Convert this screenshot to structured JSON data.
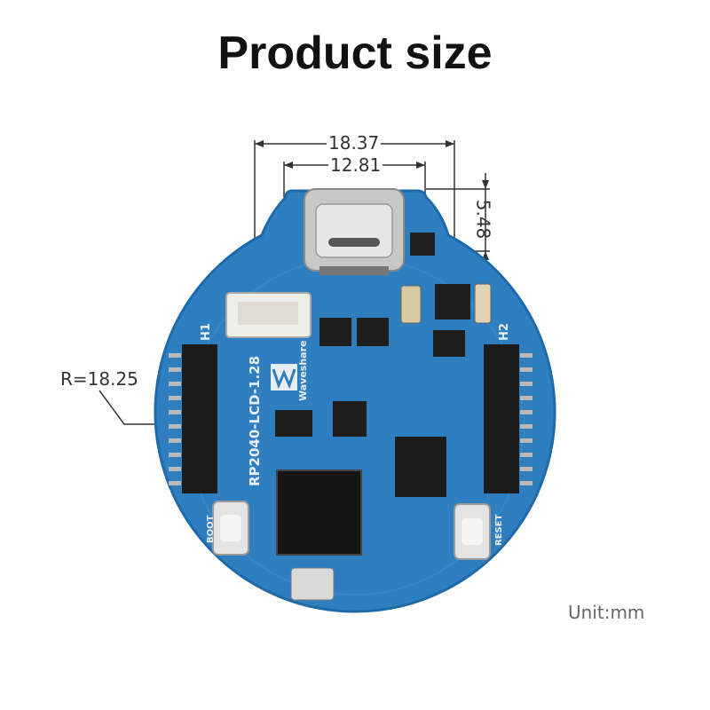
{
  "title": "Product size",
  "dimensions": {
    "total_width": "18.37",
    "connector_width": "12.81",
    "connector_depth": "5.48",
    "radius": "R=18.25"
  },
  "unit": "Unit:mm",
  "board_labels": {
    "model": "RP2040-LCD-1.28",
    "brand": "Waveshare",
    "header_left": "H1",
    "header_right": "H2",
    "boot": "BOOT",
    "reset": "RESET"
  },
  "colors": {
    "pcb": "#2f7fc0",
    "pcb_edge": "#1f6aa8",
    "header": "#1b1b1b",
    "connector": "#c8c8c8",
    "text": "#111111"
  }
}
